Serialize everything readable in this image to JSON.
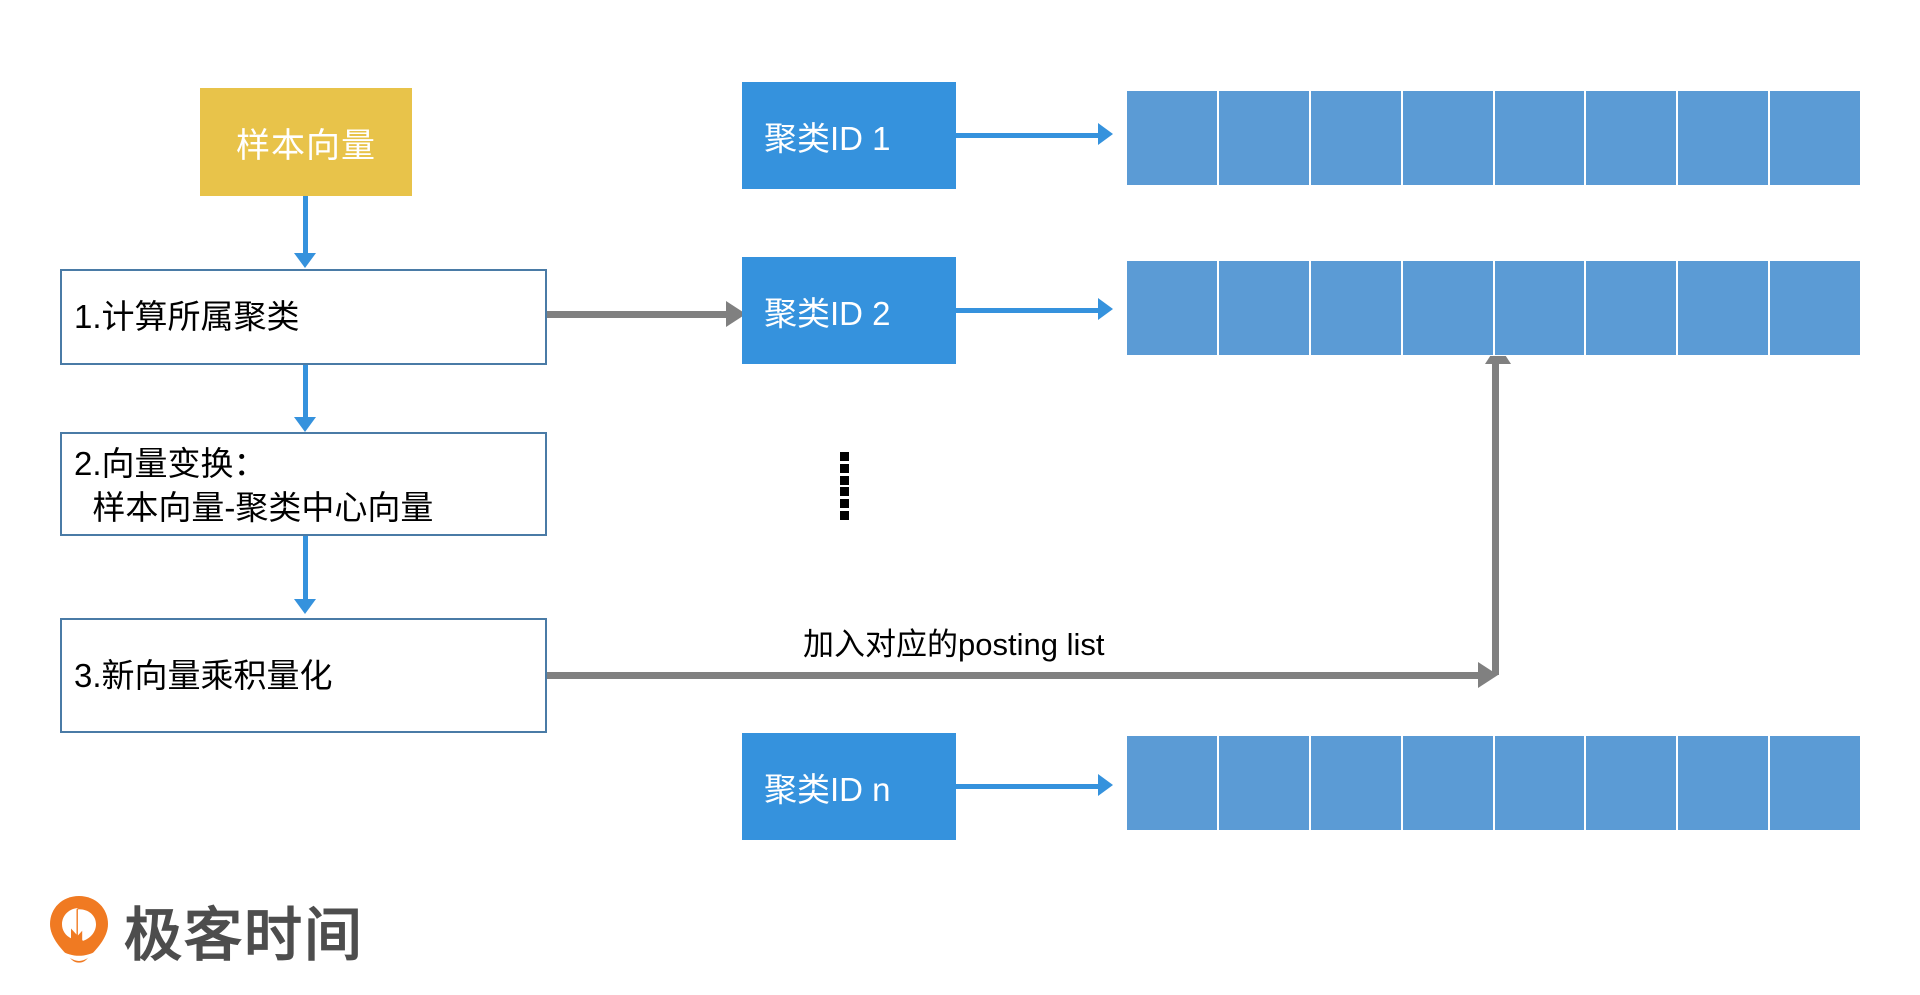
{
  "diagram": {
    "title": "IVF-PQ build flow",
    "colors": {
      "sample_box_fill": "#e8c34a",
      "step_box_border": "#4a7ba6",
      "cluster_box_fill": "#3592dd",
      "posting_cell_fill": "#5b9bd5",
      "blue_arrow": "#3592dd",
      "gray_arrow": "#808080",
      "logo_orange": "#f07a22",
      "logo_text": "#4d4d4d"
    },
    "sample_box": {
      "label": "样本向量"
    },
    "steps": [
      {
        "id": "step-1",
        "line1": "1.计算所属聚类",
        "line2": ""
      },
      {
        "id": "step-2",
        "line1": "2.向量变换：",
        "line2": "  样本向量-聚类中心向量"
      },
      {
        "id": "step-3",
        "line1": "3.新向量乘积量化",
        "line2": ""
      }
    ],
    "clusters": [
      {
        "id": "cluster-1",
        "label": "聚类ID 1",
        "cells": 8
      },
      {
        "id": "cluster-2",
        "label": "聚类ID 2",
        "cells": 8
      },
      {
        "id": "cluster-n",
        "label": "聚类ID n",
        "cells": 8
      }
    ],
    "ellipsis": {
      "dots": 6
    },
    "connector_label": "加入对应的posting list",
    "logo": {
      "text": "极客时间",
      "mark": "geektime-pin-icon"
    }
  }
}
